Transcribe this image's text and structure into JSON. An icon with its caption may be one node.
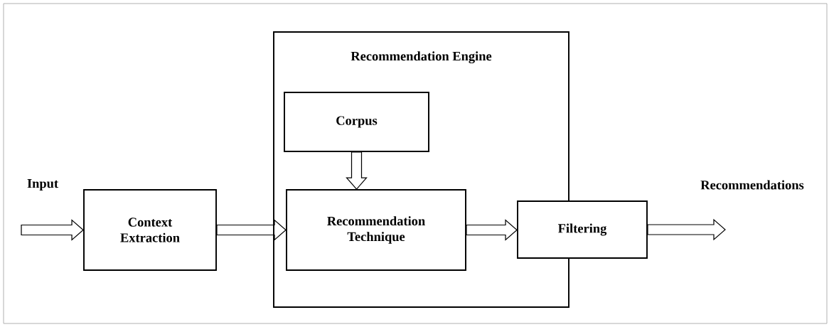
{
  "diagram": {
    "nodes": [
      {
        "text": [
          "Recommendation Engine"
        ]
      },
      {
        "text": [
          "Context Extraction"
        ]
      },
      {
        "text": [
          "Corpus"
        ],
        "in": 0
      },
      {
        "text": [
          "Recommendation Technique"
        ],
        "in": 0
      },
      {
        "text": [
          "Filtering"
        ]
      }
    ],
    "edges": [
      {
        "from": null,
        "to": 1,
        "arrow": "to"
      },
      {
        "from": 1,
        "to": 3,
        "arrow": "to"
      },
      {
        "from": 2,
        "to": 3,
        "arrow": "to"
      },
      {
        "from": 3,
        "to": 4,
        "arrow": "to"
      },
      {
        "from": 4,
        "to": null,
        "arrow": "to"
      }
    ],
    "labels": [
      "Input",
      "Recommendations"
    ]
  }
}
